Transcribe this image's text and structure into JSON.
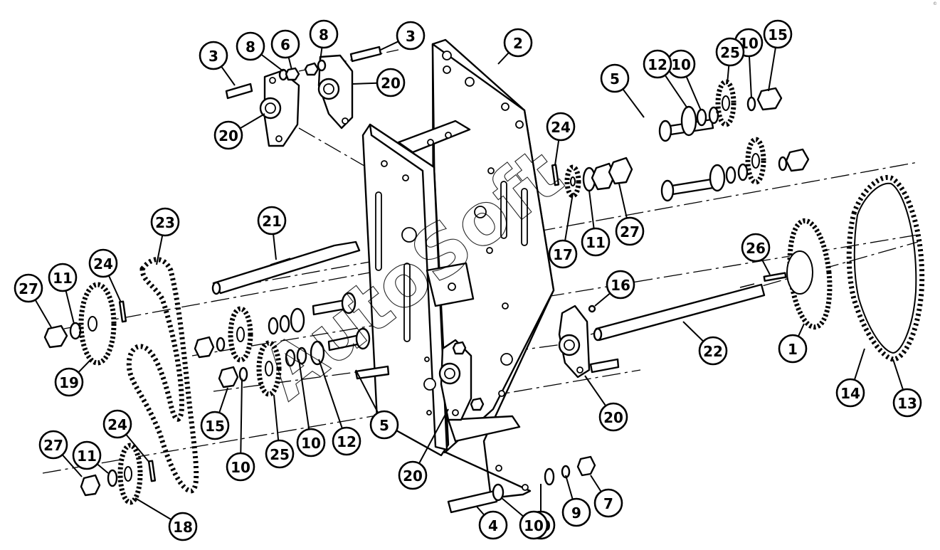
{
  "watermark": "AutoSoft",
  "corner_mark": "©",
  "callouts": [
    {
      "label": "1"
    },
    {
      "label": "2"
    },
    {
      "label": "3"
    },
    {
      "label": "3"
    },
    {
      "label": "4"
    },
    {
      "label": "5"
    },
    {
      "label": "5"
    },
    {
      "label": "6"
    },
    {
      "label": "7"
    },
    {
      "label": "8"
    },
    {
      "label": "8"
    },
    {
      "label": "9"
    },
    {
      "label": "10"
    },
    {
      "label": "10"
    },
    {
      "label": "10"
    },
    {
      "label": "10"
    },
    {
      "label": "10"
    },
    {
      "label": "10"
    },
    {
      "label": "11"
    },
    {
      "label": "11"
    },
    {
      "label": "11"
    },
    {
      "label": "12"
    },
    {
      "label": "12"
    },
    {
      "label": "13"
    },
    {
      "label": "14"
    },
    {
      "label": "15"
    },
    {
      "label": "15"
    },
    {
      "label": "16"
    },
    {
      "label": "17"
    },
    {
      "label": "18"
    },
    {
      "label": "19"
    },
    {
      "label": "20"
    },
    {
      "label": "20"
    },
    {
      "label": "20"
    },
    {
      "label": "20"
    },
    {
      "label": "21"
    },
    {
      "label": "22"
    },
    {
      "label": "23"
    },
    {
      "label": "24"
    },
    {
      "label": "24"
    },
    {
      "label": "24"
    },
    {
      "label": "25"
    },
    {
      "label": "25"
    },
    {
      "label": "26"
    },
    {
      "label": "27"
    },
    {
      "label": "27"
    },
    {
      "label": "27"
    }
  ]
}
